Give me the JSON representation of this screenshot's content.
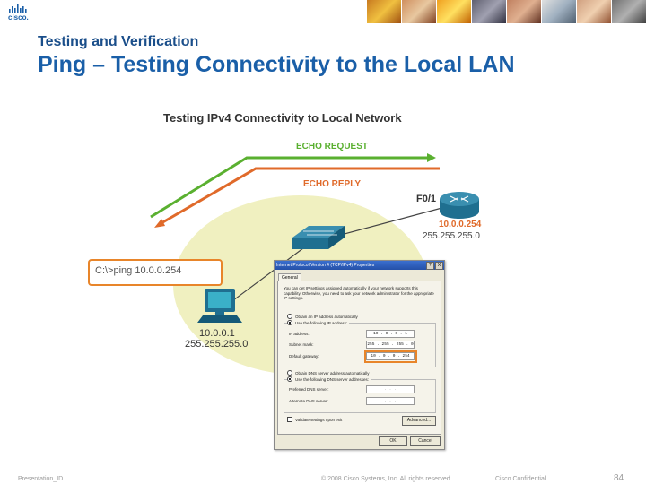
{
  "brand": {
    "logo_text": "cisco."
  },
  "slide": {
    "subtitle": "Testing and Verification",
    "title": "Ping – Testing Connectivity to the  Local LAN"
  },
  "diagram": {
    "title": "Testing IPv4 Connectivity to Local Network",
    "echo_request": "ECHO REQUEST",
    "echo_reply": "ECHO REPLY",
    "router_interface": "F0/1",
    "router_ip": "10.0.0.254",
    "router_mask": "255.255.255.0",
    "command": "C:\\>ping 10.0.0.254",
    "pc_ip": "10.0.0.1",
    "pc_mask": "255.255.255.0",
    "colors": {
      "request": "#5ab030",
      "reply": "#e06a2a",
      "lan": "#f0f0c0",
      "highlight": "#e8852a"
    }
  },
  "dialog": {
    "title": "Internet Protocol Version 4 (TCP/IPv4) Properties",
    "help_btn": "?",
    "close_btn": "X",
    "tab": "General",
    "description": "You can get IP settings assigned automatically if your network supports this capability. Otherwise, you need to ask your network administrator for the appropriate IP settings.",
    "obtain_ip_auto": "Obtain an IP address automatically",
    "use_following_ip": "Use the following IP address:",
    "ip_label": "IP address:",
    "ip_value": "10 .  0  .  0  .  1",
    "mask_label": "Subnet mask:",
    "mask_value": "255 . 255 . 255 .  0",
    "gw_label": "Default gateway:",
    "gw_value": "10 .  0  .  0  . 254",
    "obtain_dns_auto": "Obtain DNS server address automatically",
    "use_following_dns": "Use the following DNS server addresses:",
    "pref_dns_label": "Preferred DNS server:",
    "pref_dns_value": ".     .     .",
    "alt_dns_label": "Alternate DNS server:",
    "alt_dns_value": ".     .     .",
    "validate": "Validate settings upon exit",
    "advanced": "Advanced...",
    "ok": "OK",
    "cancel": "Cancel"
  },
  "footer": {
    "left": "Presentation_ID",
    "center": "© 2008 Cisco Systems, Inc. All rights reserved.",
    "confidential": "Cisco Confidential",
    "page": "84"
  }
}
